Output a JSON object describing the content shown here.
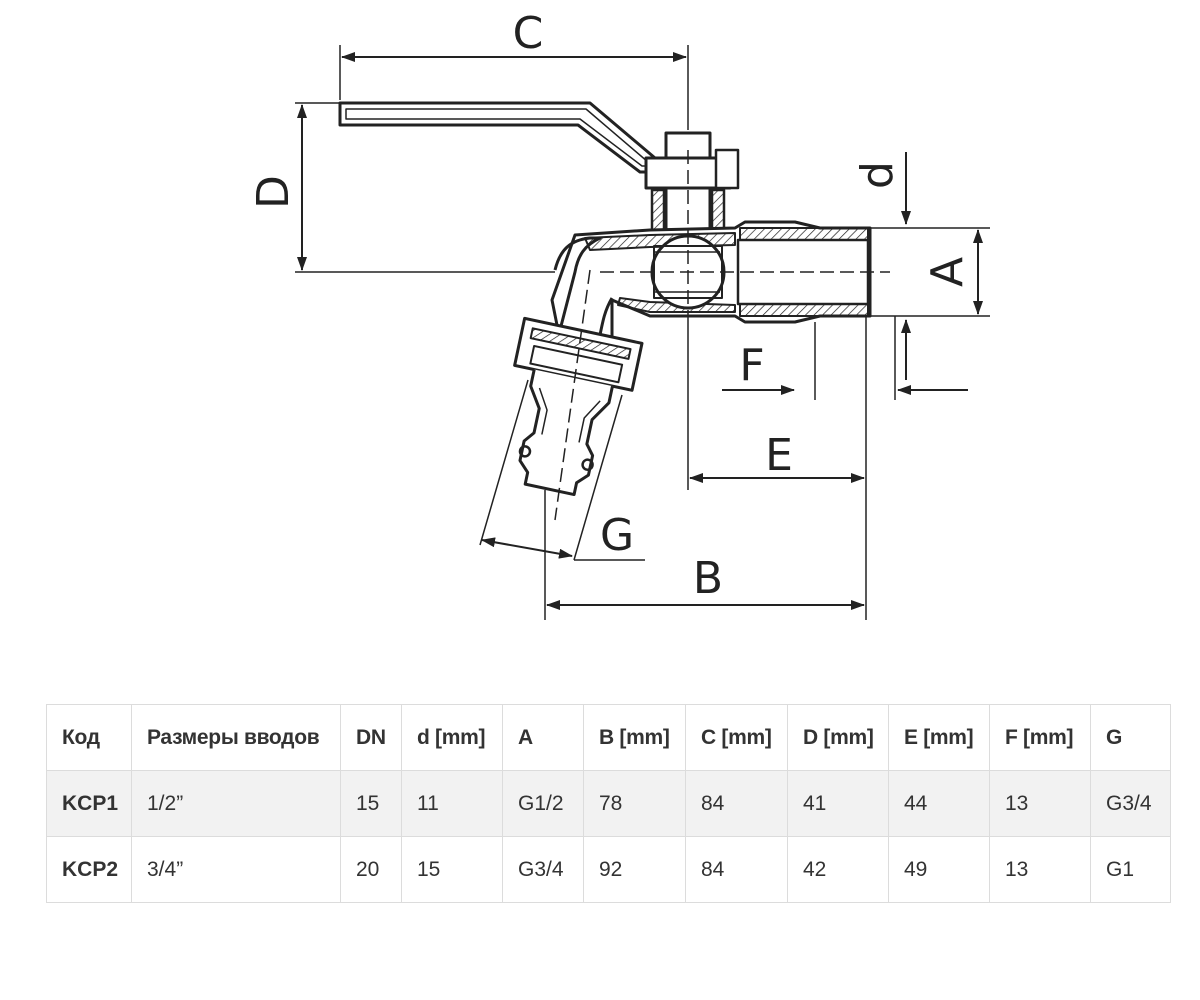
{
  "drawing": {
    "dimension_labels": {
      "C": "C",
      "D": "D",
      "d": "d",
      "A": "A",
      "F": "F",
      "E": "E",
      "G": "G",
      "B": "B"
    }
  },
  "table": {
    "headers": [
      "Код",
      "Размеры вводов",
      "DN",
      "d [mm]",
      "A",
      "B [mm]",
      "C [mm]",
      "D [mm]",
      "E [mm]",
      "F [mm]",
      "G"
    ],
    "rows": [
      [
        "KCP1",
        "1/2”",
        "15",
        "11",
        "G1/2",
        "78",
        "84",
        "41",
        "44",
        "13",
        "G3/4"
      ],
      [
        "KCP2",
        "3/4”",
        "20",
        "15",
        "G3/4",
        "92",
        "84",
        "42",
        "49",
        "13",
        "G1"
      ]
    ]
  }
}
